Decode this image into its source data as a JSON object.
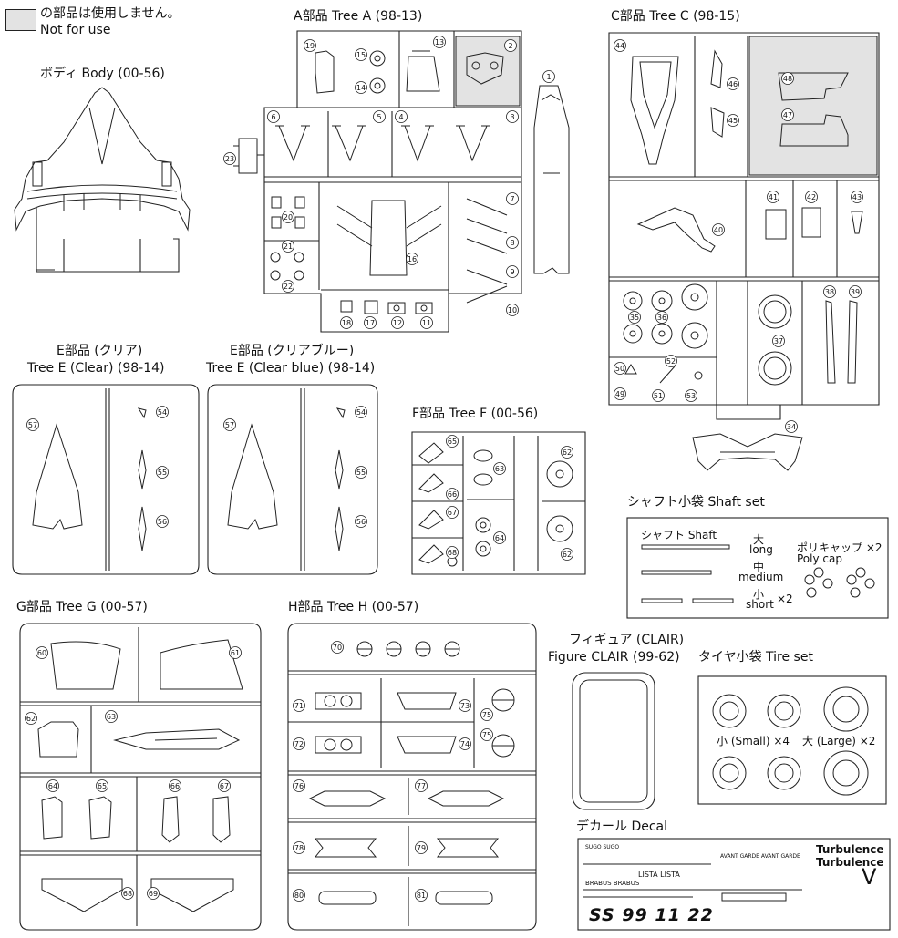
{
  "legend": {
    "jp": "の部品は使用しません。",
    "en": "Not for use"
  },
  "colors": {
    "unused_fill": "#e3e3e3",
    "line": "#222222"
  },
  "sections": {
    "body": "ボディ Body (00-56)",
    "tree_a": "A部品  Tree A (98-13)",
    "tree_c": "C部品  Tree C (98-15)",
    "tree_e_clear_jp": "E部品 (クリア)",
    "tree_e_clear_en": "Tree E (Clear)  (98-14)",
    "tree_e_blue_jp": "E部品 (クリアブルー)",
    "tree_e_blue_en": "Tree E (Clear blue)  (98-14)",
    "tree_f": "F部品  Tree F (00-56)",
    "shaft_set": "シャフト小袋  Shaft set",
    "tree_g": "G部品  Tree G (00-57)",
    "tree_h": "H部品  Tree H (00-57)",
    "figure_jp": "フィギュア (CLAIR)",
    "figure_en": "Figure CLAIR (99-62)",
    "tire_set": "タイヤ小袋  Tire set",
    "decal": "デカール  Decal"
  },
  "shaft": {
    "label": "シャフト Shaft",
    "large_jp": "大",
    "large_en": "long",
    "medium_jp": "中",
    "medium_en": "medium",
    "small_jp": "小",
    "small_en": "short",
    "small_qty": "×2",
    "polycap_jp": "ポリキャップ ×2",
    "polycap_en": "Poly cap"
  },
  "tire": {
    "small": "小 (Small) ×4",
    "large": "大 (Large) ×2"
  },
  "decal": {
    "turbulence_1": "Turbulence",
    "turbulence_2": "Turbulence",
    "big_letters": "SS  99  11  22",
    "row1": "SUGO SUGO",
    "row2": "AVANT GARDE  AVANT GARDE",
    "row3": "LISTA LISTA",
    "row4": "BRABUS BRABUS",
    "v_mark": "V"
  },
  "part_numbers": {
    "a": [
      "19",
      "15",
      "14",
      "13",
      "2",
      "1",
      "6",
      "5",
      "4",
      "3",
      "23",
      "20",
      "21",
      "22",
      "16",
      "7",
      "8",
      "9",
      "10",
      "18",
      "17",
      "12",
      "11"
    ],
    "c": [
      "44",
      "46",
      "45",
      "48",
      "47",
      "40",
      "41",
      "42",
      "43",
      "35",
      "36",
      "38",
      "39",
      "37",
      "52",
      "50",
      "49",
      "51",
      "53",
      "34"
    ],
    "e_clear": [
      "57",
      "54",
      "55",
      "56"
    ],
    "e_blue": [
      "57",
      "54",
      "55",
      "56"
    ],
    "f": [
      "65",
      "66",
      "67",
      "68",
      "63",
      "64",
      "62",
      "62"
    ],
    "g": [
      "60",
      "61",
      "62",
      "63",
      "64",
      "65",
      "66",
      "67",
      "68",
      "69"
    ],
    "h": [
      "70",
      "71",
      "72",
      "73",
      "74",
      "75",
      "75",
      "76",
      "77",
      "78",
      "79",
      "80",
      "81"
    ]
  }
}
